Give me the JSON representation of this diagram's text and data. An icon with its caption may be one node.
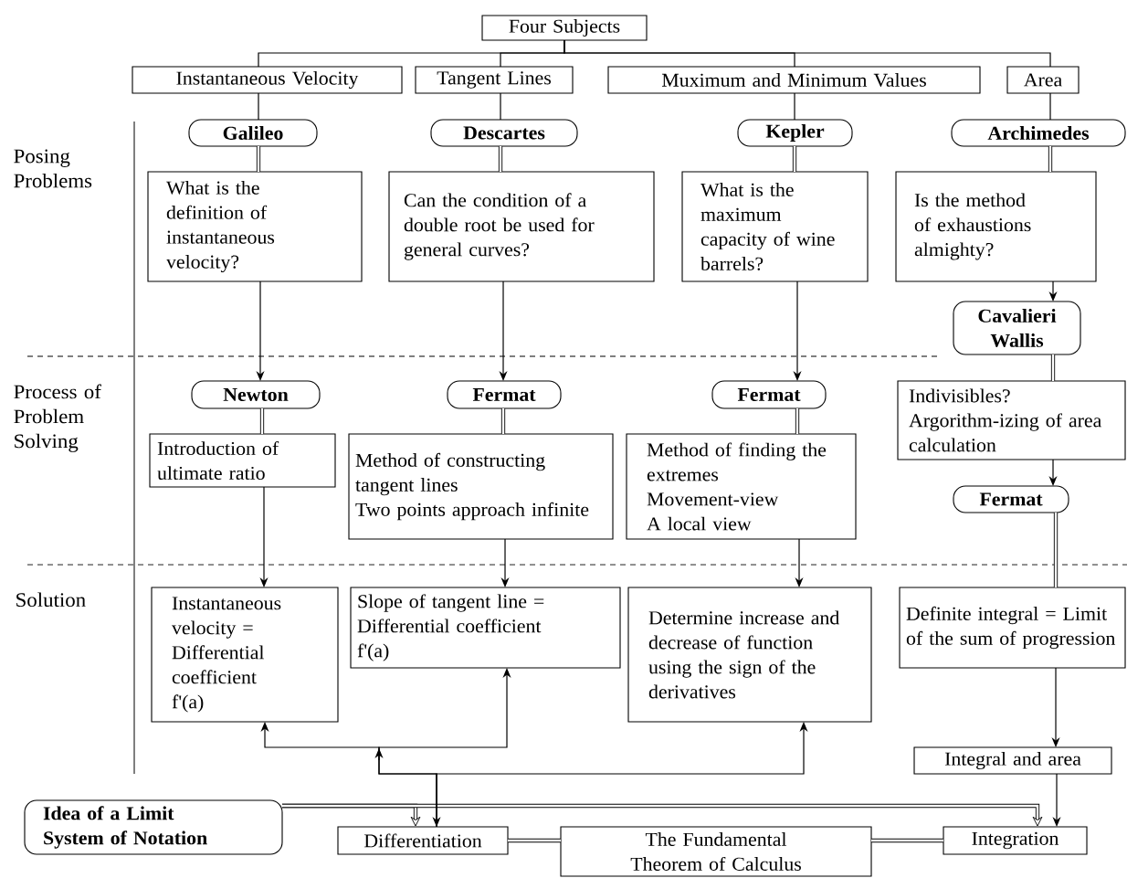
{
  "diagram": {
    "nodes": [
      {
        "text": [
          "Four Subjects"
        ]
      },
      {
        "text": [
          "Instantaneous Velocity"
        ]
      },
      {
        "text": [
          "Tangent Lines"
        ]
      },
      {
        "text": [
          "Muximum and Minimum Values"
        ]
      },
      {
        "text": [
          "Area"
        ]
      },
      {
        "text": [
          "Galileo"
        ]
      },
      {
        "text": [
          "Descartes"
        ]
      },
      {
        "text": [
          "Kepler"
        ]
      },
      {
        "text": [
          "Archimedes"
        ]
      },
      {
        "text": [
          "What is the definition of instantaneous velocity?"
        ]
      },
      {
        "text": [
          "Can the condition of a double root be used for general curves?"
        ]
      },
      {
        "text": [
          "What is the maximum capacity of wine barrels?"
        ]
      },
      {
        "text": [
          "Is the method of exhaustions almighty?"
        ]
      },
      {
        "text": [
          "Cavalieri",
          "Wallis"
        ]
      },
      {
        "text": [
          "Newton"
        ]
      },
      {
        "text": [
          "Fermat"
        ]
      },
      {
        "text": [
          "Fermat"
        ]
      },
      {
        "text": [
          "Indivisibles?",
          "Argorithm-izing of area calculation"
        ]
      },
      {
        "text": [
          "Fermat"
        ]
      },
      {
        "text": [
          "Introduction of ultimate ratio"
        ]
      },
      {
        "text": [
          "Method of constructing tangent lines",
          "Two points approach infinite"
        ]
      },
      {
        "text": [
          "Method of finding the extremes",
          "Movement-view",
          "A local view"
        ]
      },
      {
        "text": [
          "Instantaneous velocity = Differential coefficient",
          "f'(a)"
        ]
      },
      {
        "text": [
          "Slope of tangent line = Differential coefficient",
          "f'(a)"
        ]
      },
      {
        "text": [
          "Determine increase and decrease of function using the sign of the derivatives"
        ]
      },
      {
        "text": [
          "Definite integral = Limit of the sum of progression"
        ]
      },
      {
        "text": [
          "Integral and area"
        ]
      },
      {
        "text": [
          "Idea of a Limit",
          "System of Notation"
        ]
      },
      {
        "text": [
          "Differentiation"
        ]
      },
      {
        "text": [
          "The Fundamental Theorem of Calculus"
        ]
      },
      {
        "text": [
          "Integration"
        ]
      }
    ],
    "edges": [
      {
        "from": 0,
        "to": 1,
        "arrow": "none"
      },
      {
        "from": 0,
        "to": 2,
        "arrow": "none"
      },
      {
        "from": 0,
        "to": 3,
        "arrow": "none"
      },
      {
        "from": 0,
        "to": 4,
        "arrow": "none"
      },
      {
        "from": 1,
        "to": 5,
        "arrow": "none"
      },
      {
        "from": 2,
        "to": 6,
        "arrow": "none"
      },
      {
        "from": 3,
        "to": 7,
        "arrow": "none"
      },
      {
        "from": 4,
        "to": 8,
        "arrow": "none"
      },
      {
        "from": 5,
        "to": 9,
        "arrow": "none",
        "style": "thick"
      },
      {
        "from": 6,
        "to": 10,
        "arrow": "none",
        "style": "thick"
      },
      {
        "from": 7,
        "to": 11,
        "arrow": "none",
        "style": "thick"
      },
      {
        "from": 8,
        "to": 12,
        "arrow": "none",
        "style": "thick"
      },
      {
        "from": 9,
        "to": 14,
        "arrow": "to"
      },
      {
        "from": 10,
        "to": 15,
        "arrow": "to"
      },
      {
        "from": 11,
        "to": 16,
        "arrow": "to"
      },
      {
        "from": 12,
        "to": 13,
        "arrow": "to"
      },
      {
        "from": 14,
        "to": 19,
        "arrow": "none",
        "style": "thick"
      },
      {
        "from": 15,
        "to": 20,
        "arrow": "none",
        "style": "thick"
      },
      {
        "from": 16,
        "to": 21,
        "arrow": "none",
        "style": "thick"
      },
      {
        "from": 13,
        "to": 17,
        "arrow": "none",
        "style": "thick"
      },
      {
        "from": 17,
        "to": 18,
        "arrow": "to"
      },
      {
        "from": 18,
        "to": 25,
        "arrow": "none",
        "style": "thick"
      },
      {
        "from": 19,
        "to": 22,
        "arrow": "to"
      },
      {
        "from": 20,
        "to": 23,
        "arrow": "to"
      },
      {
        "from": 21,
        "to": 24,
        "arrow": "to"
      },
      {
        "from": 25,
        "to": 26,
        "arrow": "to"
      },
      {
        "from": 26,
        "to": 30,
        "arrow": "to"
      },
      {
        "from": 27,
        "to": 28,
        "arrow": "to",
        "style": "thick"
      },
      {
        "from": 27,
        "to": 30,
        "arrow": "to",
        "style": "thick"
      },
      {
        "from": 28,
        "to": 22,
        "arrow": "both"
      },
      {
        "from": 28,
        "to": 23,
        "arrow": "to"
      },
      {
        "from": 28,
        "to": 24,
        "arrow": "to"
      },
      {
        "from": 28,
        "to": 29,
        "arrow": "none",
        "style": "thick"
      },
      {
        "from": 29,
        "to": 30,
        "arrow": "none",
        "style": "thick"
      }
    ],
    "labels": [
      "Posing Problems",
      "Process of Problem Solving",
      "Solution"
    ]
  }
}
